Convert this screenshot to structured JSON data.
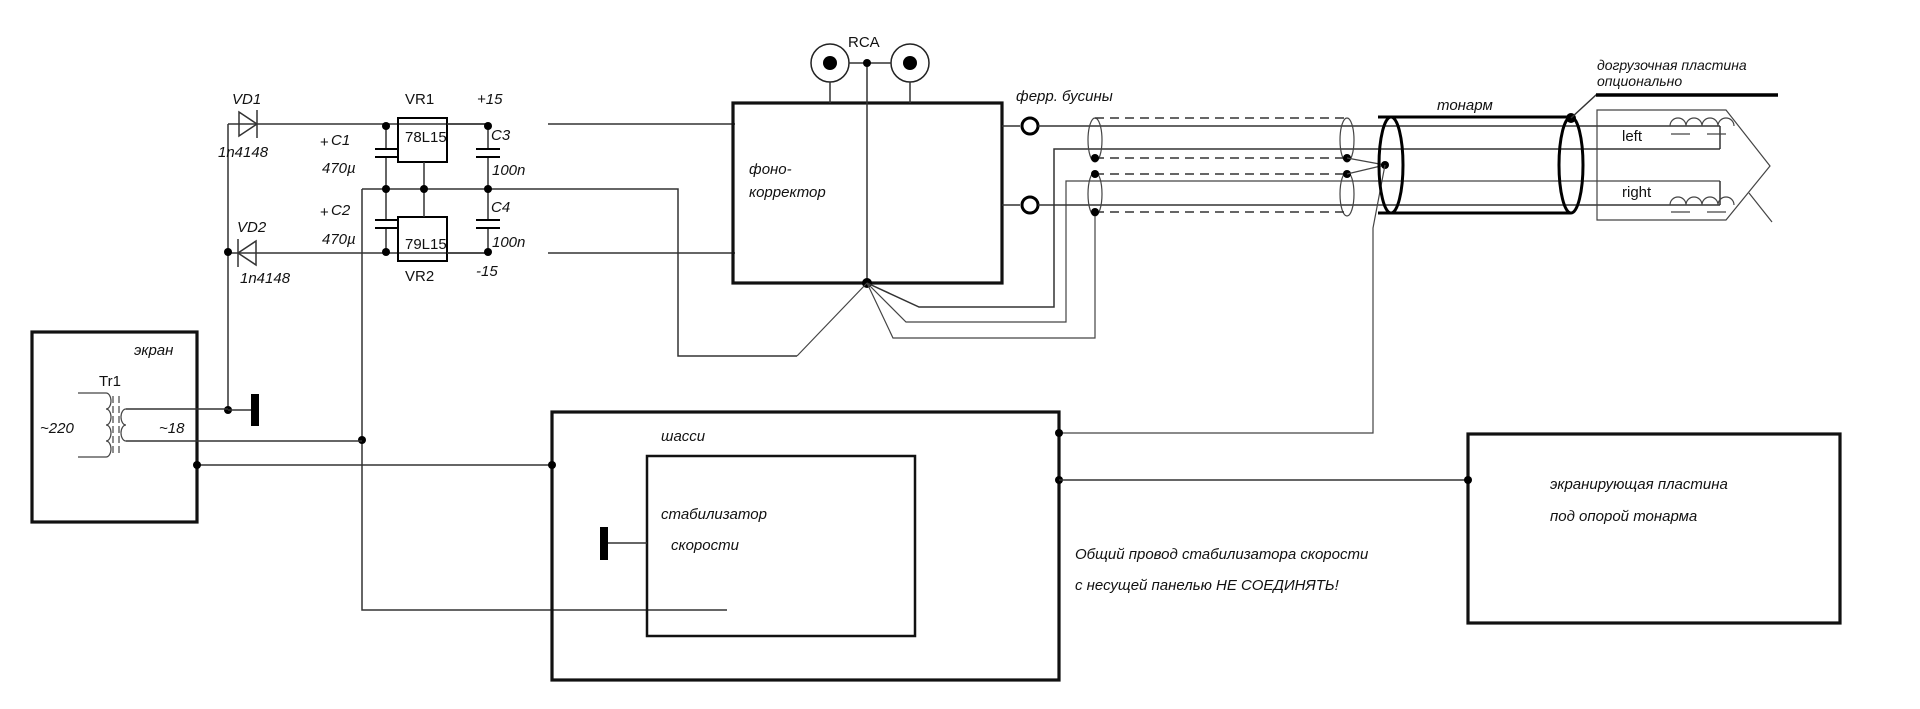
{
  "diagram": {
    "power_supply": {
      "diode_top": {
        "ref": "VD1",
        "part": "1n4148"
      },
      "diode_bottom": {
        "ref": "VD2",
        "part": "1n4148"
      },
      "cap_c1": {
        "ref": "C1",
        "value": "470µ",
        "polarity": "+"
      },
      "cap_c2": {
        "ref": "C2",
        "value": "470µ",
        "polarity": "+"
      },
      "cap_c3": {
        "ref": "C3",
        "value": "100n"
      },
      "cap_c4": {
        "ref": "C4",
        "value": "100n"
      },
      "reg_pos": {
        "ref": "VR1",
        "part": "78L15"
      },
      "reg_neg": {
        "ref": "VR2",
        "part": "79L15"
      },
      "rail_pos": "+15",
      "rail_neg": "-15"
    },
    "transformer": {
      "shield_label": "экран",
      "ref": "Tr1",
      "primary": "~220",
      "secondary": "~18"
    },
    "preamp": {
      "label_line1": "фоно-",
      "label_line2": "корректор",
      "connector": "RCA"
    },
    "ferrite_label": "ферр. бусины",
    "tonearm": {
      "label": "тонарм",
      "counterweight_line1": "догрузочная пластина",
      "counterweight_line2": "опционально",
      "channel_left": "left",
      "channel_right": "right"
    },
    "chassis": {
      "label": "шасси",
      "speed_stab_line1": "стабилизатор",
      "speed_stab_line2": "скорости"
    },
    "warning": {
      "line1": "Общий провод стабилизатора скорости",
      "line2": "с несущей панелью НЕ СОЕДИНЯТЬ!"
    },
    "shield_plate": {
      "line1": "экранирующая пластина",
      "line2": "под опорой тонарма"
    }
  }
}
